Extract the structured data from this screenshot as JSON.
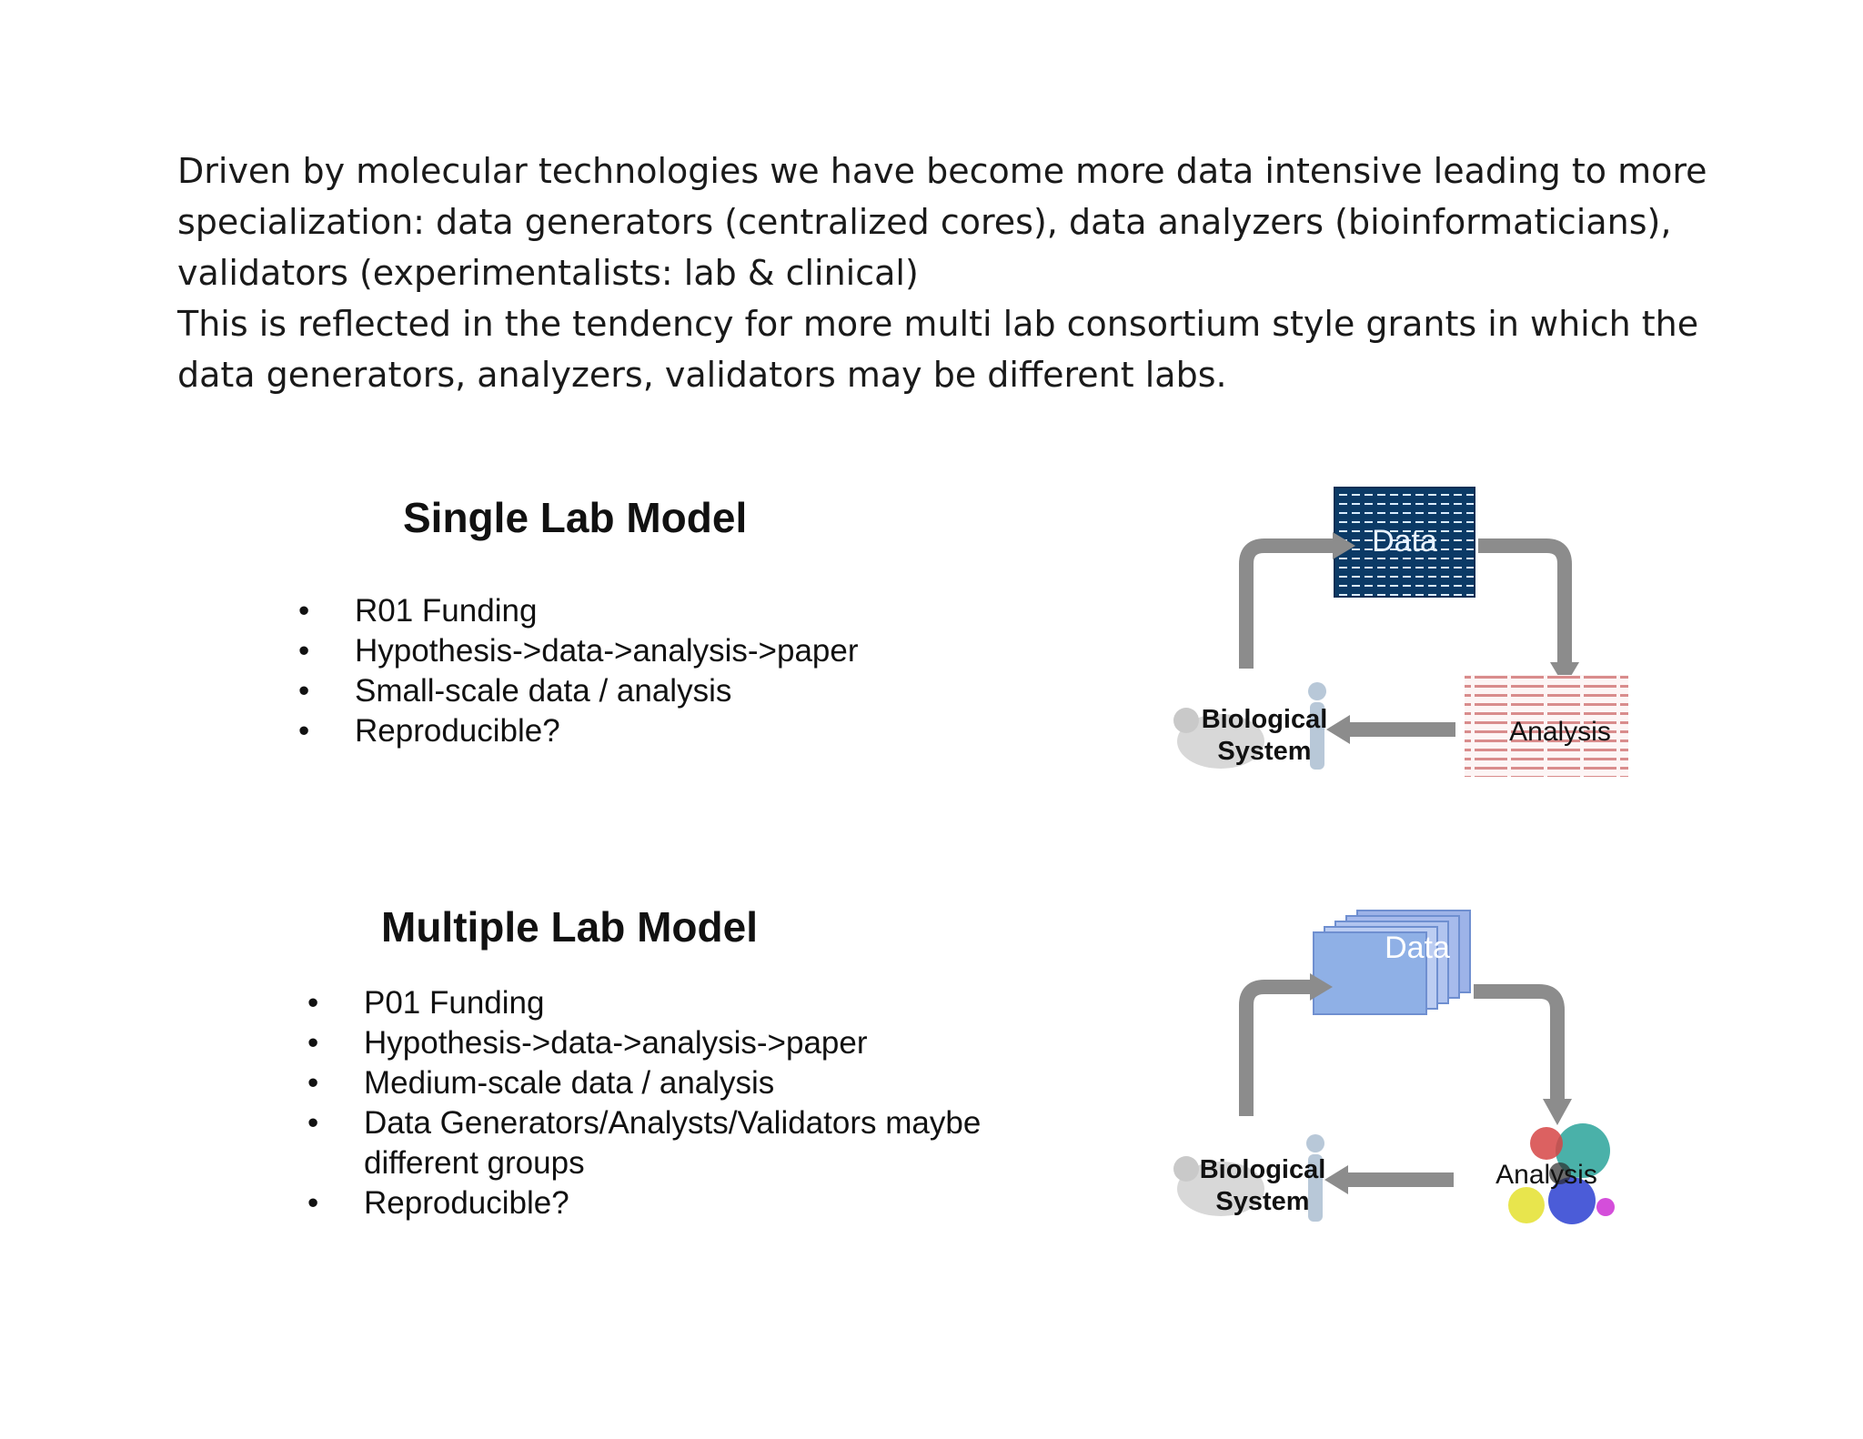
{
  "intro": {
    "paragraph1": "Driven by molecular technologies we have become more data intensive leading to more specialization: data generators (centralized cores), data analyzers (bioinformaticians), validators (experimentalists: lab & clinical)",
    "paragraph2": "This is reflected in the tendency for more multi lab consortium style grants in which the data generators, analyzers, validators may be different labs."
  },
  "single_lab": {
    "title": "Single Lab Model",
    "bullets": [
      "R01 Funding",
      "Hypothesis->data->analysis->paper",
      "Small-scale data / analysis",
      "Reproducible?"
    ],
    "diagram": {
      "data_label": "Data",
      "analysis_label": "Analysis",
      "bio_label_line1": "Biological",
      "bio_label_line2": "System"
    }
  },
  "multiple_lab": {
    "title": "Multiple Lab Model",
    "bullets": [
      "P01 Funding",
      "Hypothesis->data->analysis->paper",
      "Medium-scale data / analysis",
      "Data Generators/Analysts/Validators maybe different groups",
      "Reproducible?"
    ],
    "diagram": {
      "data_label": "Data",
      "analysis_label": "Analysis",
      "bio_label_line1": "Biological",
      "bio_label_line2": "System"
    }
  },
  "colors": {
    "arrow": "#8c8c8c",
    "data_tile": "#0b3a66",
    "data_stack": "#8fa8e0"
  }
}
